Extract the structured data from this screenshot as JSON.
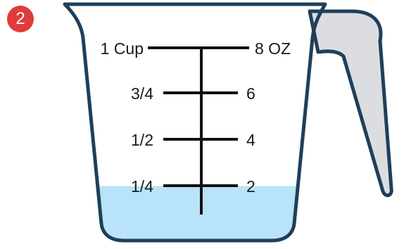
{
  "badge": {
    "number": "2",
    "color": "#e03b3b"
  },
  "cup": {
    "outline_color": "#1f3f5b",
    "water_color": "#b9e3f9",
    "handle_color": "#dcdde0",
    "fill_level_oz": 2,
    "capacity_oz": 8
  },
  "markings": [
    {
      "left": "1 Cup",
      "right": "8 OZ"
    },
    {
      "left": "3/4",
      "right": "6"
    },
    {
      "left": "1/2",
      "right": "4"
    },
    {
      "left": "1/4",
      "right": "2"
    }
  ]
}
